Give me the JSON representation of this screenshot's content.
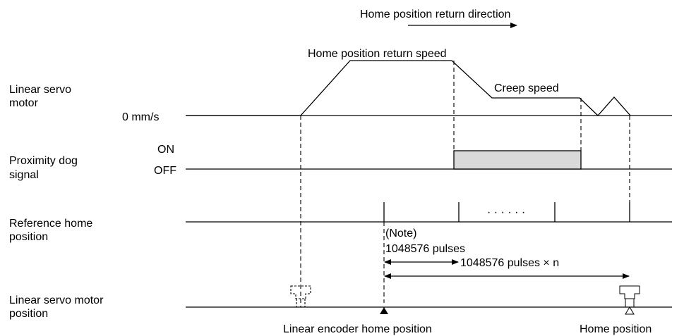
{
  "direction_label": "Home position return direction",
  "speed_labels": {
    "home_return_speed": "Home position return speed",
    "creep_speed": "Creep speed",
    "zero_speed": "0 mm/s"
  },
  "rows": {
    "motor": [
      "Linear servo",
      "motor"
    ],
    "dog": [
      "Proximity dog",
      "signal"
    ],
    "dog_on": "ON",
    "dog_off": "OFF",
    "reference": [
      "Reference home",
      "position"
    ],
    "position": [
      "Linear servo motor",
      "position"
    ]
  },
  "annotations": {
    "note": "(Note)",
    "pulses": "1048576 pulses",
    "pulses_n": "1048576 pulses × n",
    "dots": "· · · · · ·",
    "encoder_home": "Linear encoder home position",
    "home_position": "Home position"
  },
  "colors": {
    "line": "#000000",
    "dog_fill": "#d9d9d9"
  }
}
